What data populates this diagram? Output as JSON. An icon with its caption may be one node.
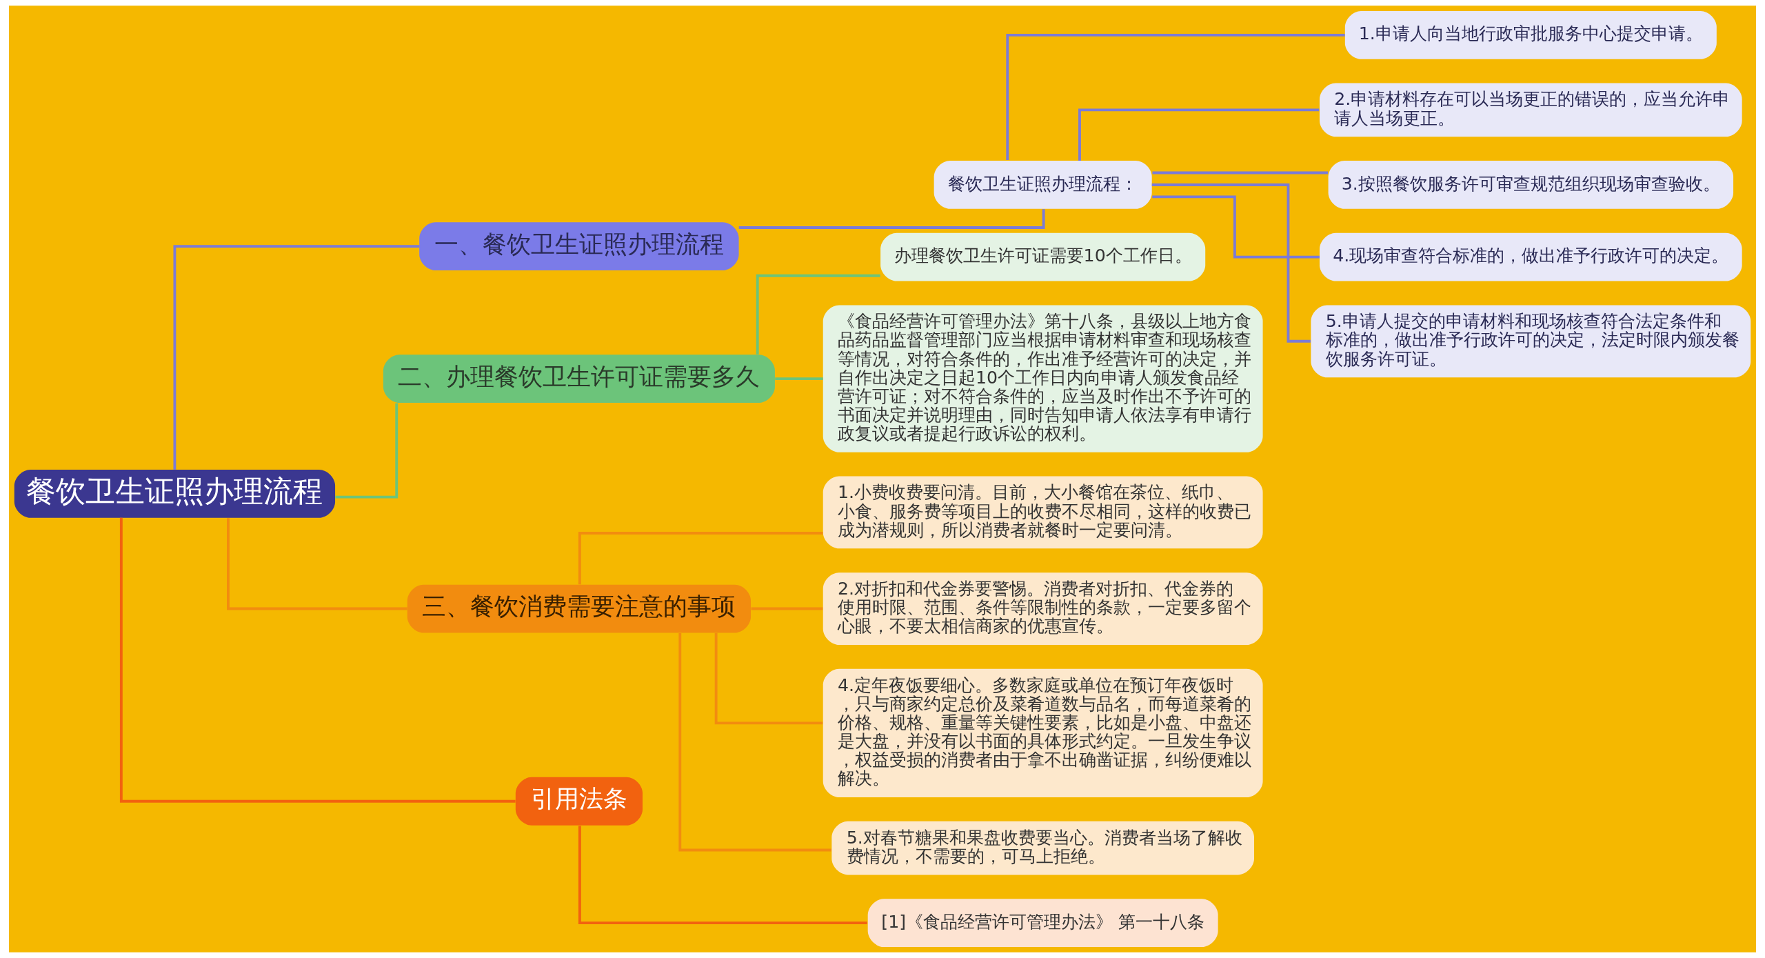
{
  "diagram": {
    "nodes": [
      {
        "text": [
          "餐饮卫生证照办理流程"
        ]
      },
      {
        "text": [
          "一、餐饮卫生证照办理流程"
        ]
      },
      {
        "text": [
          "餐饮卫生证照办理流程："
        ]
      },
      {
        "text": [
          "1.申请人向当地行政审批服务中心提交申请。"
        ]
      },
      {
        "text": [
          "2.申请材料存在可以当场更正的错误的，应当允许申请人当场更正。"
        ]
      },
      {
        "text": [
          "3.按照餐饮服务许可审查规范组织现场审查验收。"
        ]
      },
      {
        "text": [
          "4.现场审查符合标准的，做出准予行政许可的决定。"
        ]
      },
      {
        "text": [
          "5.申请人提交的申请材料和现场核查符合法定条件和标准的，做出准予行政许可的决定，法定时限内颁发餐饮服务许可证。"
        ]
      },
      {
        "text": [
          "二、办理餐饮卫生许可证需要多久"
        ]
      },
      {
        "text": [
          "办理餐饮卫生许可证需要10个工作日。"
        ]
      },
      {
        "text": [
          "《食品经营许可管理办法》第十八条，县级以上地方食品药品监督管理部门应当根据申请材料审查和现场核查等情况，对符合条件的，作出准予经营许可的决定，并自作出决定之日起10个工作日内向申请人颁发食品经营许可证；对不符合条件的，应当及时作出不予许可的书面决定并说明理由，同时告知申请人依法享有申请行政复议或者提起行政诉讼的权利。"
        ]
      },
      {
        "text": [
          "三、餐饮消费需要注意的事项"
        ]
      },
      {
        "text": [
          "1.小费收费要问清。目前，大小餐馆在茶位、纸巾、小食、服务费等项目上的收费不尽相同，这样的收费已成为潜规则，所以消费者就餐时一定要问清。"
        ]
      },
      {
        "text": [
          "2.对折扣和代金券要警惕。消费者对折扣、代金券的使用时限、范围、条件等限制性的条款，一定要多留个心眼，不要太相信商家的优惠宣传。"
        ]
      },
      {
        "text": [
          "4.定年夜饭要细心。多数家庭或单位在预订年夜饭时，只与商家约定总价及菜肴道数与品名，而每道菜肴的价格、规格、重量等关键性要素，比如是小盘、中盘还是大盘，并没有以书面的具体形式约定。一旦发生争议，权益受损的消费者由于拿不出确凿证据，纠纷便难以解决。"
        ]
      },
      {
        "text": [
          "5.对春节糖果和果盘收费要当心。消费者当场了解收费情况，不需要的，可马上拒绝。"
        ]
      },
      {
        "text": [
          "引用法条"
        ]
      },
      {
        "text": [
          "[1]《食品经营许可管理办法》 第一十八条"
        ]
      }
    ],
    "edges": [
      {
        "from": 0,
        "to": 1,
        "arrow": "none",
        "color": "#7b7bd6"
      },
      {
        "from": 1,
        "to": 2,
        "arrow": "none",
        "color": "#7b7bd6"
      },
      {
        "from": 2,
        "to": 3,
        "arrow": "none",
        "color": "#7b7bd6"
      },
      {
        "from": 2,
        "to": 4,
        "arrow": "none",
        "color": "#7b7bd6"
      },
      {
        "from": 2,
        "to": 5,
        "arrow": "none",
        "color": "#7b7bd6"
      },
      {
        "from": 2,
        "to": 6,
        "arrow": "none",
        "color": "#7b7bd6"
      },
      {
        "from": 2,
        "to": 7,
        "arrow": "none",
        "color": "#7b7bd6"
      },
      {
        "from": 0,
        "to": 8,
        "arrow": "none",
        "color": "#6cc47a"
      },
      {
        "from": 8,
        "to": 9,
        "arrow": "none",
        "color": "#6cc47a"
      },
      {
        "from": 8,
        "to": 10,
        "arrow": "none",
        "color": "#6cc47a"
      },
      {
        "from": 0,
        "to": 11,
        "arrow": "none",
        "color": "#f28c0f"
      },
      {
        "from": 11,
        "to": 12,
        "arrow": "none",
        "color": "#f28c0f"
      },
      {
        "from": 11,
        "to": 13,
        "arrow": "none",
        "color": "#f28c0f"
      },
      {
        "from": 11,
        "to": 14,
        "arrow": "none",
        "color": "#f28c0f"
      },
      {
        "from": 11,
        "to": 15,
        "arrow": "none",
        "color": "#f28c0f"
      },
      {
        "from": 0,
        "to": 16,
        "arrow": "none",
        "color": "#f2620f"
      },
      {
        "from": 16,
        "to": 17,
        "arrow": "none",
        "color": "#f2620f"
      }
    ]
  }
}
